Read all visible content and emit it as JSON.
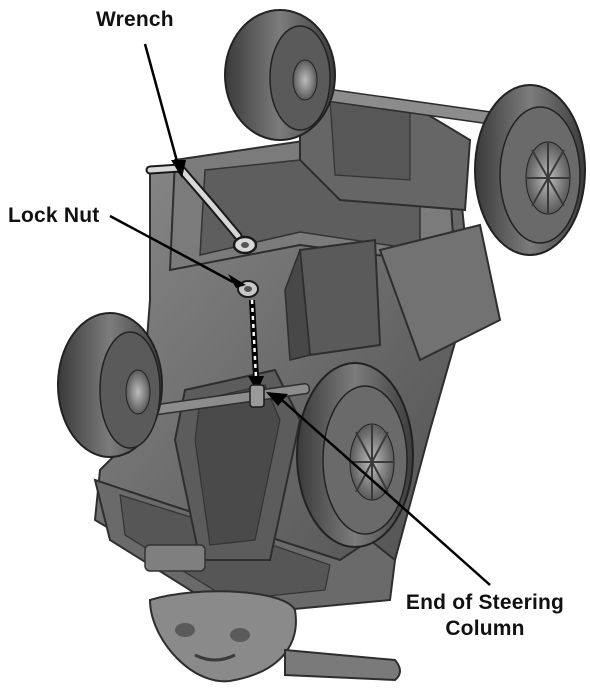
{
  "diagram": {
    "labels": {
      "wrench": "Wrench",
      "lock_nut": "Lock Nut",
      "steering_line1": "End of Steering",
      "steering_line2": "Column"
    },
    "colors": {
      "body": "#6d6d6d",
      "body_dark": "#3f3f3f",
      "body_light": "#9a9a9a",
      "tire": "#4a4a4a",
      "tire_light": "#7a7a7a",
      "wrench": "#cfcfcf",
      "leader": "#000000"
    }
  }
}
